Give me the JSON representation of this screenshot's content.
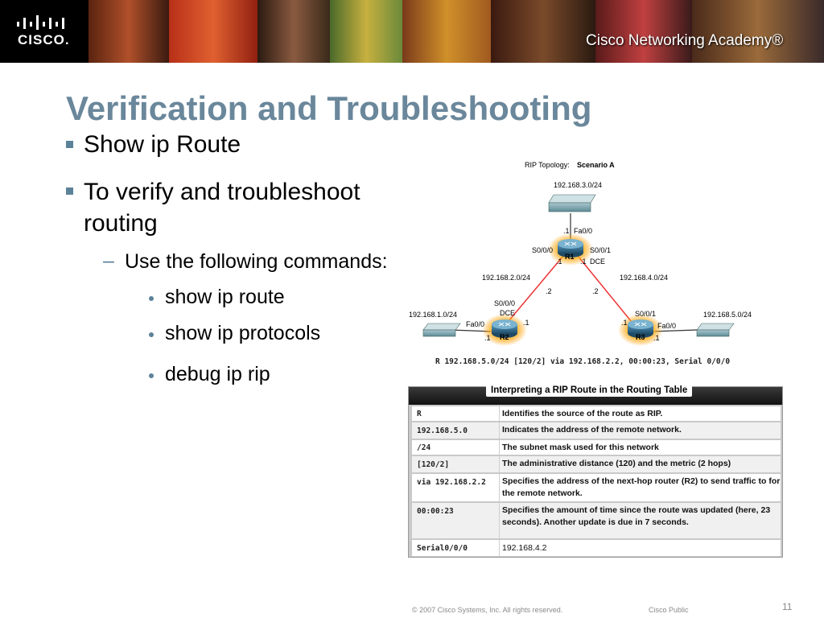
{
  "banner": {
    "logo_text": "CISCO.",
    "academy_text": "Cisco Networking Academy®"
  },
  "slide": {
    "title": "Verification and Troubleshooting",
    "bullets": {
      "b1": "Show ip Route",
      "b2_line1": "To verify and troubleshoot",
      "b2_line2": "routing",
      "sub1": "Use the following commands:",
      "cmd1": "show ip route",
      "cmd2": "show ip protocols",
      "cmd3": "debug ip rip"
    }
  },
  "topology": {
    "title_prefix": "RIP Topology:",
    "title_bold": "Scenario A",
    "net_top": "192.168.3.0/24",
    "net_left": "192.168.1.0/24",
    "net_right": "192.168.5.0/24",
    "net_r1r2": "192.168.2.0/24",
    "net_r1r3": "192.168.4.0/24",
    "r1": "R1",
    "r2": "R2",
    "r3": "R3",
    "r1_fa": "Fa0/0",
    "r1_fa_ip": ".1",
    "r1_s000": "S0/0/0",
    "r1_s001": "S0/0/1",
    "r1_dce": "DCE",
    "r1_s000_ip": ".1",
    "r1_s001_ip": ".1",
    "r2_s000": "S0/0/0",
    "r2_dce": "DCE",
    "r2_s_ip": ".2",
    "r2_fa": "Fa0/0",
    "r2_fa_ip": ".1",
    "r2_s_ip2": ".1",
    "r3_s001": "S0/0/1",
    "r3_s_ip": ".2",
    "r3_fa": "Fa0/0",
    "r3_fa_ip": ".1",
    "r3_s_ip2": ".1",
    "command_line": "R 192.168.5.0/24 [120/2] via 192.168.2.2, 00:00:23, Serial 0/0/0"
  },
  "rip_table": {
    "title": "Interpreting a RIP Route in the Routing Table",
    "rows": [
      {
        "key": "R",
        "value": "Identifies the source of the route as RIP."
      },
      {
        "key": "192.168.5.0",
        "value": "Indicates the address of the remote network."
      },
      {
        "key": "/24",
        "value": "The subnet mask used for this network"
      },
      {
        "key": "[120/2]",
        "value": "The administrative distance (120) and the metric (2 hops)"
      },
      {
        "key": "via 192.168.2.2",
        "value": "Specifies the address of the next-hop router (R2) to send traffic to for the remote network."
      },
      {
        "key": "00:00:23",
        "value": "Specifies the amount of time since the route was updated (here, 23 seconds). Another update is due in 7 seconds."
      },
      {
        "key": "Serial0/0/0",
        "value": "192.168.4.2"
      }
    ]
  },
  "footer": {
    "copyright": "© 2007 Cisco Systems, Inc. All rights reserved.",
    "classification": "Cisco Public",
    "page_number": "11"
  }
}
